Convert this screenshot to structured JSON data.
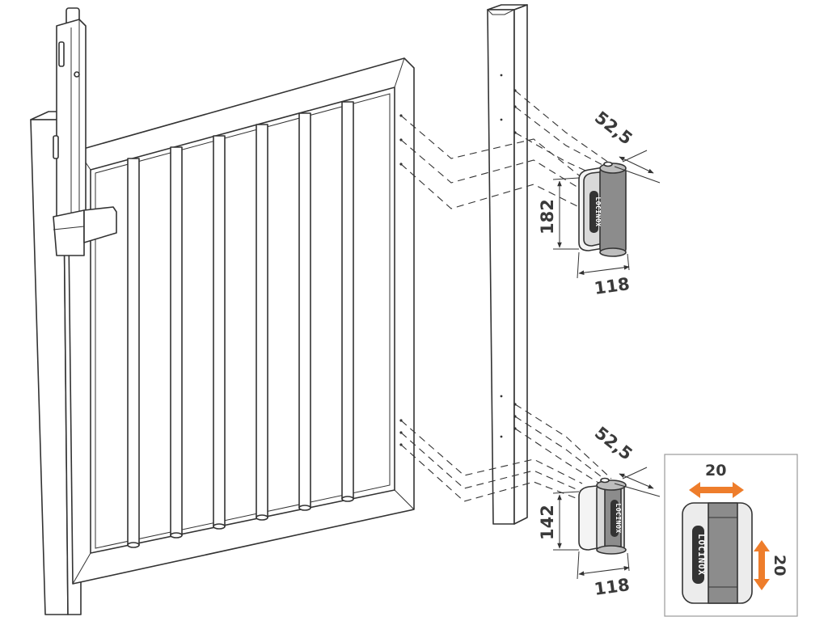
{
  "dimensions": {
    "upper_hinge": {
      "width": "52,5",
      "height": "182",
      "depth": "118"
    },
    "lower_hinge": {
      "width": "52,5",
      "height": "142",
      "depth": "118"
    },
    "adjustment": {
      "horizontal": "20",
      "vertical": "20"
    }
  },
  "brand": {
    "label": "LOCINOX"
  },
  "colors": {
    "accent": "#ee7d2b",
    "line": "#333333",
    "hinge_body": "#d9d9d9",
    "hinge_barrel": "#8c8c8c"
  },
  "icons": {
    "gate_closer": "vertical-gate-closer-icon",
    "arrow_horizontal": "double-arrow-horizontal-icon",
    "arrow_vertical": "double-arrow-vertical-icon"
  }
}
